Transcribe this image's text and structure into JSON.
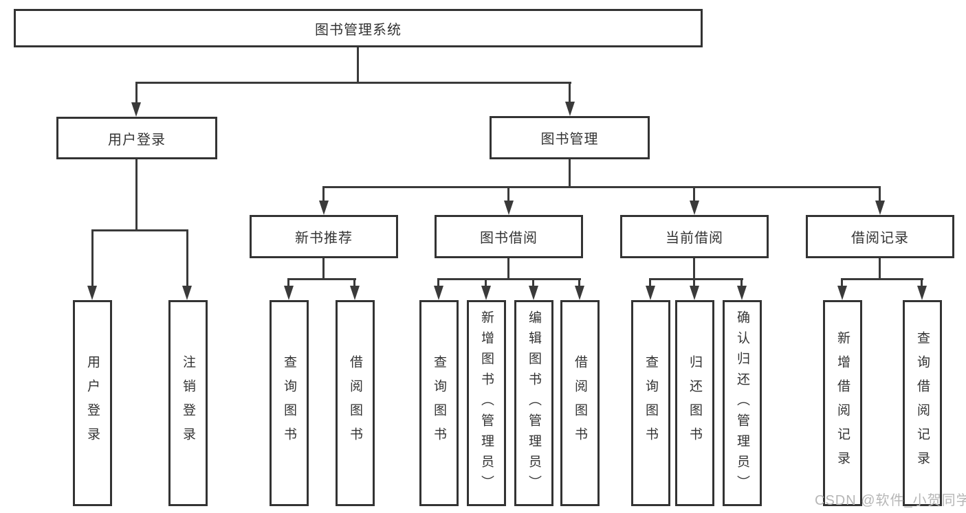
{
  "tree": {
    "label": "图书管理系统",
    "children": [
      {
        "label": "用户登录",
        "children": [
          {
            "label": "用户登录"
          },
          {
            "label": "注销登录"
          }
        ]
      },
      {
        "label": "图书管理",
        "children": [
          {
            "label": "新书推荐",
            "children": [
              {
                "label": "查询图书"
              },
              {
                "label": "借阅图书"
              }
            ]
          },
          {
            "label": "图书借阅",
            "children": [
              {
                "label": "查询图书"
              },
              {
                "label": "新增图书（管理员）"
              },
              {
                "label": "编辑图书（管理员）"
              },
              {
                "label": "借阅图书"
              }
            ]
          },
          {
            "label": "当前借阅",
            "children": [
              {
                "label": "查询图书"
              },
              {
                "label": "归还图书"
              },
              {
                "label": "确认归还（管理员）"
              }
            ]
          },
          {
            "label": "借阅记录",
            "children": [
              {
                "label": "新增借阅记录"
              },
              {
                "label": "查询借阅记录"
              }
            ]
          }
        ]
      }
    ]
  },
  "colors": {
    "box_border": "#333333",
    "line": "#3a3a3a",
    "text": "#333333",
    "background": "#ffffff",
    "watermark": "#b6b6b6"
  },
  "watermark": {
    "text": "CSDN @软件_小贺同学"
  }
}
